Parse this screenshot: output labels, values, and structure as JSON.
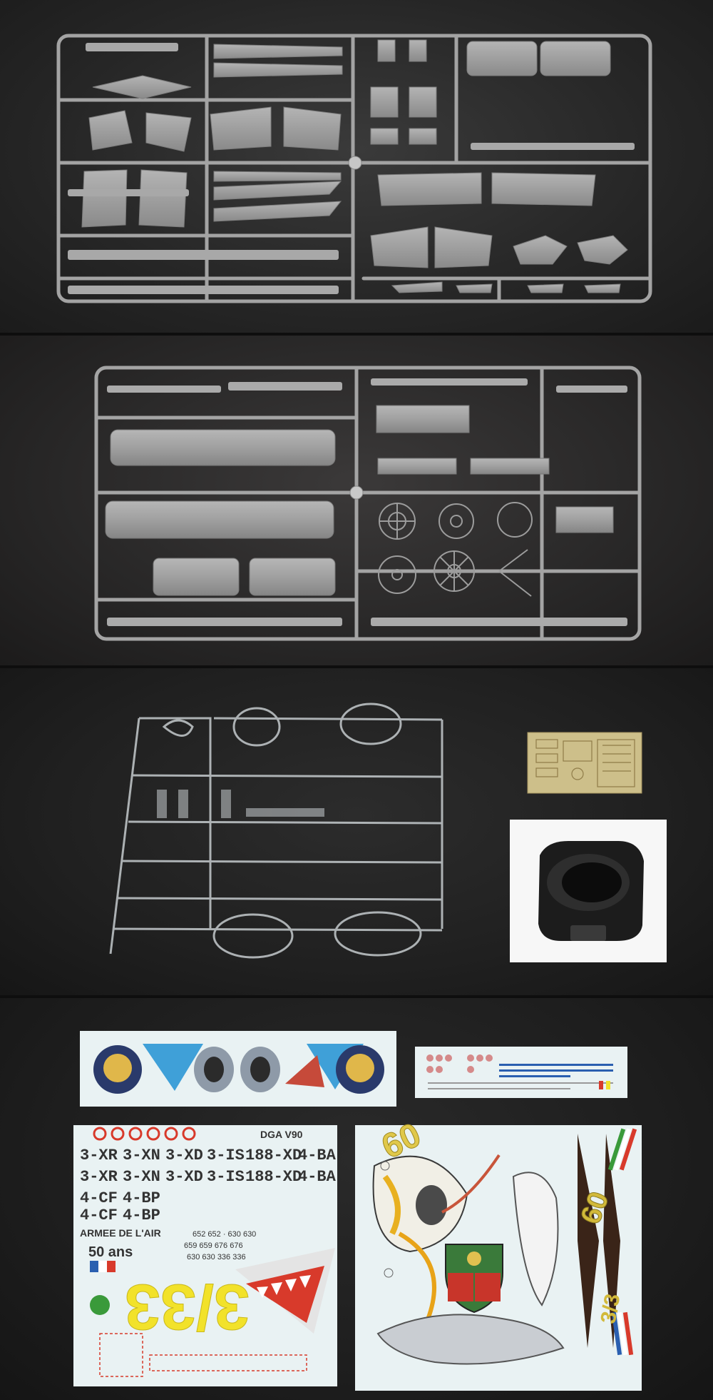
{
  "panels": [
    {
      "id": "sprue-1",
      "content": "grey plastic sprue frame with wing and fuselage parts"
    },
    {
      "id": "sprue-2",
      "content": "grey plastic sprue frame with engine and wheel parts"
    },
    {
      "id": "clear-and-extras",
      "content": "clear sprue, photo-etch fret, resin exhaust part"
    },
    {
      "id": "decals",
      "content": "four decal sheets"
    }
  ],
  "decals": {
    "sheet_c_lines": [
      "3-XR",
      "3-XN",
      "3-XD",
      "3-IS",
      "188-XD",
      "4-BA"
    ],
    "sheet_c_lines2": [
      "3-XR",
      "3-XN",
      "3-XD",
      "3-IS",
      "188-XD",
      "4-BA"
    ],
    "sheet_c_codes": [
      "4-CF",
      "4-BP"
    ],
    "sheet_c_armee": "ARMEE DE L'AIR",
    "sheet_c_dga": "DGA V90",
    "sheet_c_ans": "50 ans",
    "sheet_c_numbers": "652 652 · 630 630",
    "sheet_c_numbers2": "659 659 676 676",
    "sheet_c_numbers3": "630 630 336 336",
    "sheet_c_big": "3/33",
    "sheet_d_big": "60",
    "sheet_d_unit": "3/3",
    "sheet_d_top": "60"
  },
  "colors": {
    "sprue_grey": "#9a9a9a",
    "clear_plastic": "#cfd5d8",
    "brass": "#cdbf8a",
    "decal_paper": "#e9f2f3",
    "decal_yellow": "#f2e22a",
    "decal_red": "#d83a2b",
    "decal_blue": "#2a5fb0"
  }
}
